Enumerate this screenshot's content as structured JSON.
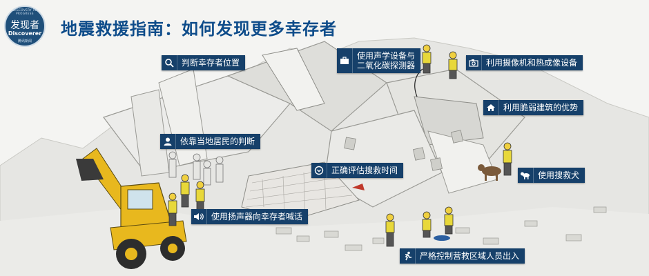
{
  "title": "地震救援指南：如何发现更多幸存者",
  "logo": {
    "chinese": "发现者",
    "english": "Discoverer",
    "ring_text": "DISCOVERY IN PROGRESS",
    "small_text": "腾讯新闻"
  },
  "labels": {
    "locate": "判断幸存者位置",
    "acoustic": "使用声学设备与二氧化碳探测器",
    "thermal": "利用摄像机和热成像设备",
    "weak_buildings": "利用脆弱建筑的优势",
    "residents": "依靠当地居民的判断",
    "time": "正确评估搜救时间",
    "dogs": "使用搜救犬",
    "loudspeaker": "使用扬声器向幸存者喊话",
    "control": "严格控制营救区域人员出入"
  },
  "colors": {
    "label_bg": "#16406a",
    "title": "#0e4c8a",
    "vest": "#e8d83a",
    "excavator": "#e8b81e"
  },
  "icons": [
    "search-icon",
    "briefcase-icon",
    "camera-icon",
    "house-icon",
    "person-icon",
    "clock-icon",
    "dog-icon",
    "speaker-icon",
    "running-icon"
  ]
}
